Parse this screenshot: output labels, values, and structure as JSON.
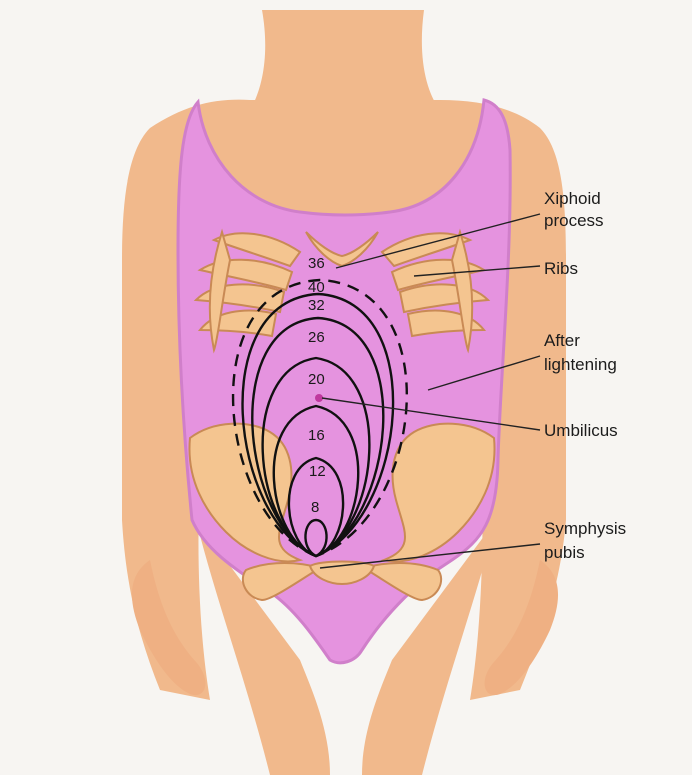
{
  "labels": {
    "xiphoid_line1": "Xiphoid",
    "xiphoid_line2": "process",
    "ribs": "Ribs",
    "lightening_line1": "After",
    "lightening_line2": "lightening",
    "umbilicus": "Umbilicus",
    "symphysis_line1": "Symphysis",
    "symphysis_line2": "pubis"
  },
  "weeks": [
    "36",
    "40",
    "32",
    "26",
    "20",
    "16",
    "12",
    "8"
  ],
  "colors": {
    "skin": "#f1b98c",
    "bodysuit": "#e593df",
    "bone": "#f4c590",
    "background": "#f7f5f2",
    "line": "#111111"
  }
}
